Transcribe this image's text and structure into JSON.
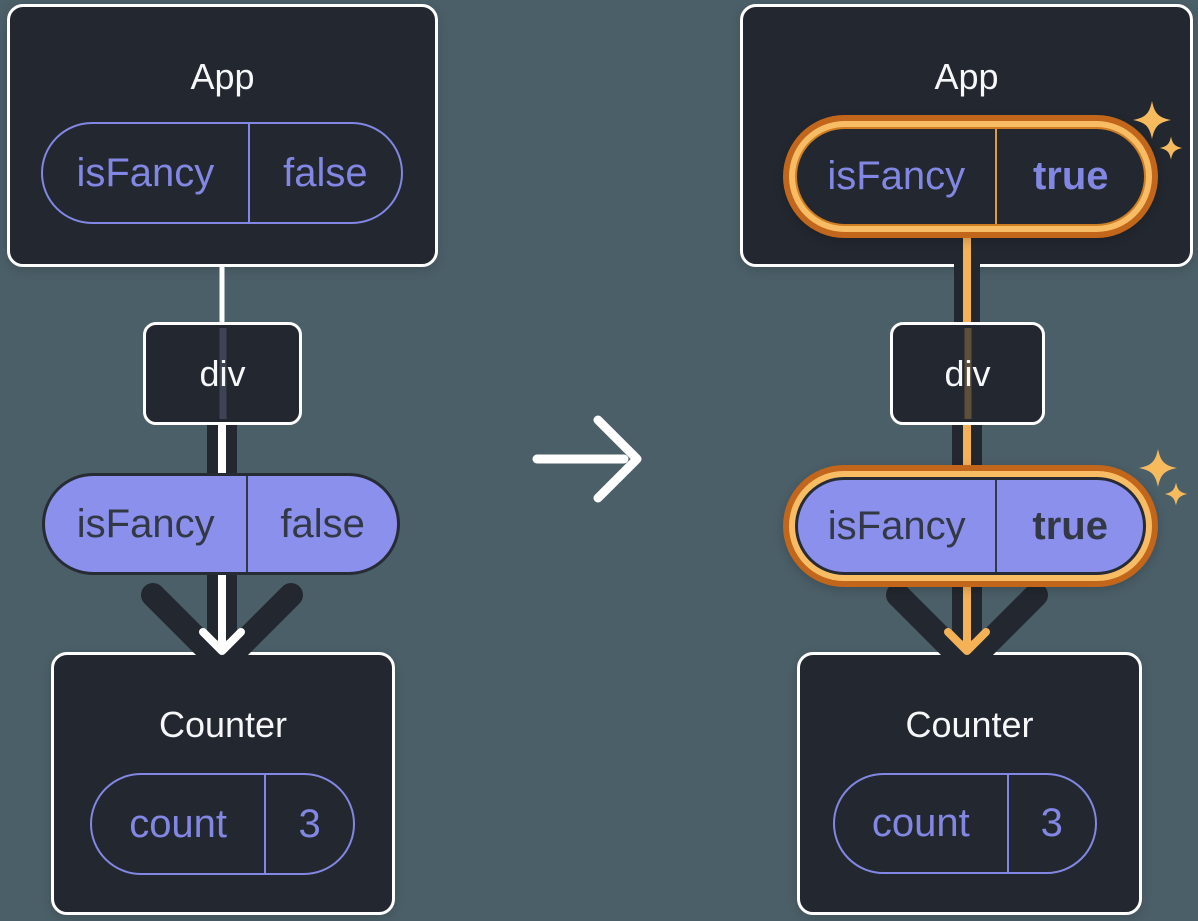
{
  "palette": {
    "bg": "#4b5f68",
    "box_fill": "#23272f",
    "box_border": "#ffffff",
    "purple": "#8187e2",
    "purple_fill": "#8a90ec",
    "pill_dark_text": "#333845",
    "white_text": "#f6f7f9",
    "dark_line": "#23272f",
    "orange_outer": "#c1661a",
    "orange_inner": "#f8bd64",
    "orange_line": "#f5b156",
    "orange_divider": "#e09a42",
    "pill_inner_border": "#cf7e22",
    "sparkle": "#f7bb5e"
  },
  "transition": {
    "icon": "arrow-right-icon"
  },
  "before": {
    "app": {
      "title": "App",
      "prop": {
        "name": "isFancy",
        "value": "false"
      }
    },
    "wrapper": {
      "title": "div"
    },
    "passed_prop": {
      "name": "isFancy",
      "value": "false"
    },
    "counter": {
      "title": "Counter",
      "state": {
        "name": "count",
        "value": "3"
      }
    }
  },
  "after": {
    "app": {
      "title": "App",
      "prop": {
        "name": "isFancy",
        "value": "true"
      }
    },
    "wrapper": {
      "title": "div"
    },
    "passed_prop": {
      "name": "isFancy",
      "value": "true"
    },
    "counter": {
      "title": "Counter",
      "state": {
        "name": "count",
        "value": "3"
      }
    }
  }
}
